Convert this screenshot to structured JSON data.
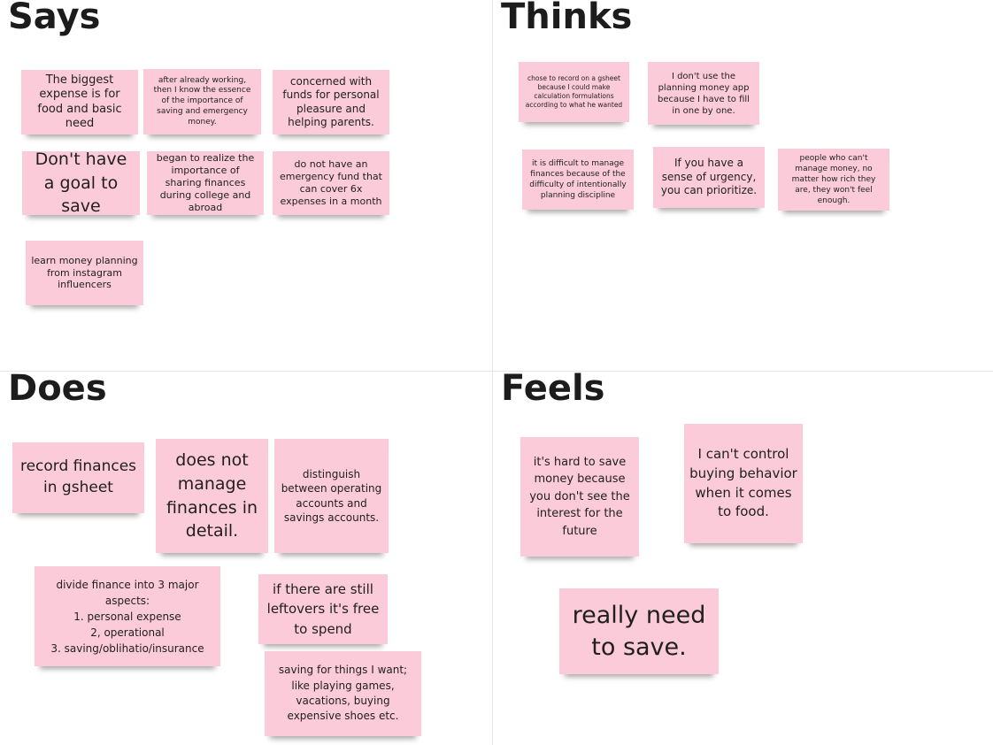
{
  "colors": {
    "sticky": "#fbcbd9",
    "background": "#ffffff",
    "divider": "#e6e6e6",
    "title": "#1c1c1c"
  },
  "says": {
    "title": "Says",
    "notes": [
      "The biggest expense is for food and basic need",
      "after already working, then I know the essence of the importance of saving and emergency money.",
      "concerned with funds for personal pleasure and helping parents.",
      "Don't have a goal to save",
      "began to realize the importance of sharing finances during college and abroad",
      "do not have an emergency fund that can cover 6x expenses in a month",
      "learn money planning from instagram influencers"
    ]
  },
  "thinks": {
    "title": "Thinks",
    "notes": [
      "chose to record on a gsheet because I could make calculation formulations according to what he wanted",
      "I don't use the planning money app because I have to fill in one by one.",
      "it is difficult to manage finances because of the difficulty of intentionally planning discipline",
      "If you have a sense of urgency, you can prioritize.",
      "people who can't manage money, no matter how rich they are, they won't feel enough."
    ]
  },
  "does": {
    "title": "Does",
    "notes": [
      "record finances in gsheet",
      "does not manage finances in detail.",
      "distinguish between operating accounts and savings accounts.",
      "divide finance into 3 major aspects:\n1. personal expense\n2, operational\n3. saving/oblihatio/insurance",
      "if there are still leftovers it's free to spend",
      "saving for things I want; like playing games, vacations, buying expensive shoes etc."
    ]
  },
  "feels": {
    "title": "Feels",
    "notes": [
      "it's hard to save money because you don't see the interest for the future",
      "I can't control buying behavior when it comes to food.",
      "really need to save."
    ]
  }
}
